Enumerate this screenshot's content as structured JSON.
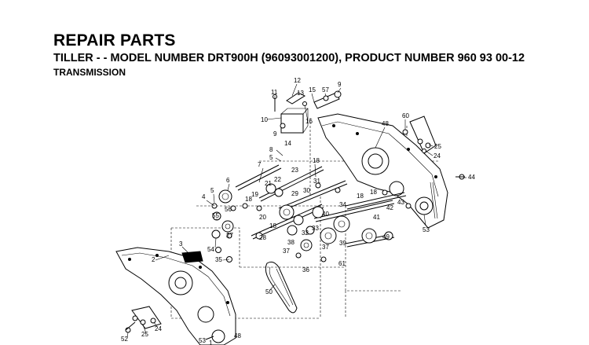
{
  "header": {
    "title": "REPAIR PARTS",
    "subtitle": "TILLER - - MODEL NUMBER DRT900H (96093001200), PRODUCT NUMBER 960 93 00-12",
    "section": "TRANSMISSION"
  },
  "callouts": [
    "12",
    "13",
    "11",
    "15",
    "9",
    "57",
    "10",
    "9",
    "16",
    "14",
    "48",
    "60",
    "25",
    "24",
    "8",
    "5",
    "7",
    "18",
    "23",
    "22",
    "21",
    "31",
    "6",
    "4",
    "5",
    "19",
    "29",
    "30",
    "18",
    "18",
    "44",
    "55",
    "18",
    "56",
    "20",
    "34",
    "42",
    "43",
    "18",
    "33",
    "40",
    "41",
    "32",
    "53",
    "3",
    "54",
    "27",
    "28",
    "38",
    "37",
    "39",
    "49",
    "2",
    "35",
    "37",
    "61",
    "36",
    "50",
    "25",
    "24",
    "52",
    "53",
    "1",
    "48"
  ]
}
